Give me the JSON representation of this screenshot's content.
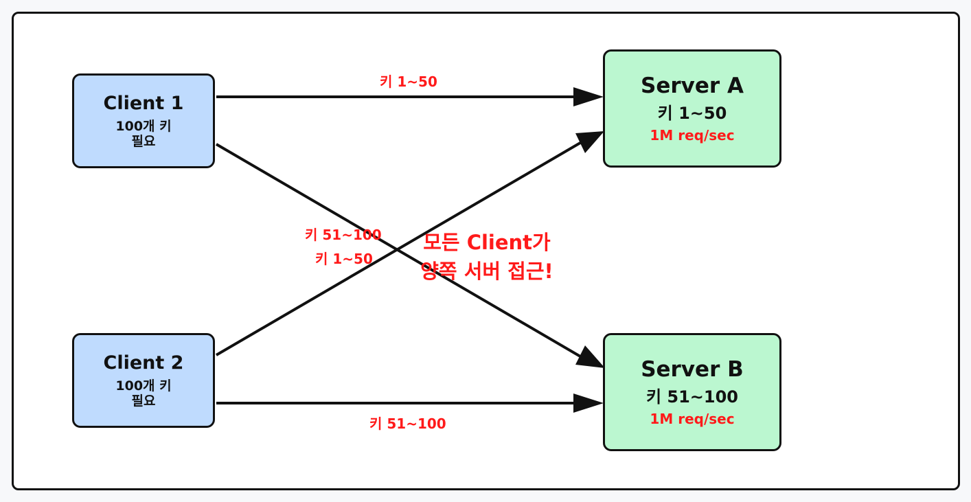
{
  "clients": [
    {
      "id": "client-1",
      "title": "Client 1",
      "need_line1": "100개 키",
      "need_line2": "필요"
    },
    {
      "id": "client-2",
      "title": "Client 2",
      "need_line1": "100개 키",
      "need_line2": "필요"
    }
  ],
  "servers": [
    {
      "id": "server-a",
      "title": "Server A",
      "keys": "키 1~50",
      "rate": "1M req/sec"
    },
    {
      "id": "server-b",
      "title": "Server B",
      "keys": "키 51~100",
      "rate": "1M req/sec"
    }
  ],
  "edges": [
    {
      "from": "client-1",
      "to": "server-a",
      "label": "키 1~50"
    },
    {
      "from": "client-1",
      "to": "server-b",
      "label": "키 51~100"
    },
    {
      "from": "client-2",
      "to": "server-a",
      "label": "키 1~50"
    },
    {
      "from": "client-2",
      "to": "server-b",
      "label": "키 51~100"
    }
  ],
  "callout": {
    "line1": "모든 Client가",
    "line2": "양쪽 서버 접근!"
  },
  "colors": {
    "client_fill": "#bfdbfe",
    "server_fill": "#bbf7d0",
    "accent_red": "#ff1a1a",
    "stroke": "#111111"
  }
}
